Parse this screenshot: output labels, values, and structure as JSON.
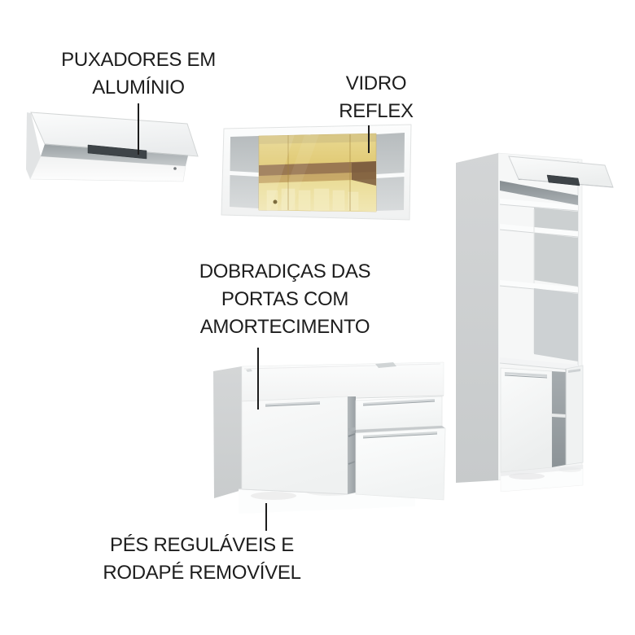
{
  "annotations": {
    "aluminum_handles": {
      "lines": [
        "PUXADORES EM",
        "ALUMÍNIO"
      ]
    },
    "reflex_glass": {
      "lines": [
        "VIDRO",
        "REFLEX"
      ]
    },
    "soft_close_hinges": {
      "lines": [
        "DOBRADIÇAS DAS",
        "PORTAS COM",
        "AMORTECIMENTO"
      ]
    },
    "adjustable_feet": {
      "lines": [
        "PÉS REGULÁVEIS E",
        "RODAPÉ REMOVÍVEL"
      ]
    }
  },
  "illustrations": {
    "wall_cabinet": "flip-up-wall-cabinet",
    "glass_wall_cabinet": "reflex-glass-wall-cabinet",
    "tall_cabinet": "tall-tower-cabinet",
    "base_cabinet": "base-cabinet-with-drawers"
  },
  "colors": {
    "background": "#ffffff",
    "text": "#1d1d1d",
    "callout_line": "#1d1d1d",
    "handle_aluminum_dark": "#3e4448",
    "glass_gold": "#e2cc79",
    "glass_gold_light": "#f1e7b4",
    "glass_band_brown": "#9a7852",
    "cabinet_white": "#f8f9f9",
    "cabinet_side_gray": "#cfd2d3",
    "interior_gray": "#9aa1a4"
  }
}
